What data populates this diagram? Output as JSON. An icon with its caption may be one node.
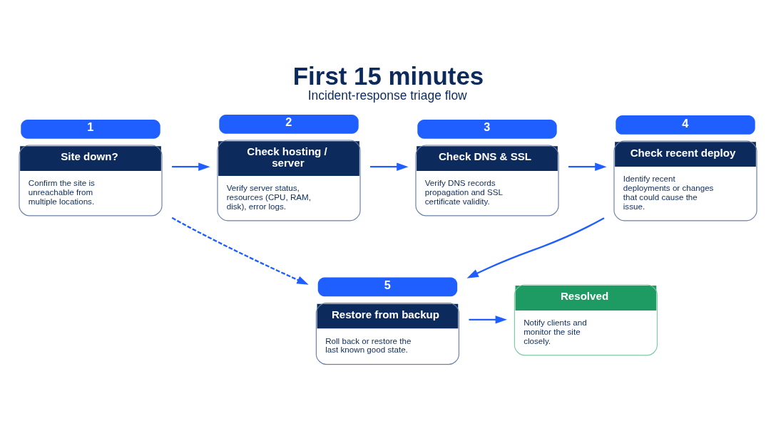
{
  "diagram": {
    "title": "First 15 minutes",
    "caption": "Incident-response triage flow",
    "nodes": [
      {
        "text": [
          "Site down?",
          "Confirm the site is unreachable from multiple locations."
        ],
        "beside": [
          "1"
        ]
      },
      {
        "text": [
          "Check hosting / server",
          "Verify server status, resources (CPU, RAM, disk), error logs."
        ],
        "beside": [
          "2"
        ]
      },
      {
        "text": [
          "Check DNS & SSL",
          "Verify DNS records propagation and SSL certificate validity."
        ],
        "beside": [
          "3"
        ]
      },
      {
        "text": [
          "Check recent deploy",
          "Identify recent deployments or changes that could cause the issue."
        ],
        "beside": [
          "4"
        ]
      },
      {
        "text": [
          "Restore from backup",
          "Roll back or restore the last known good state."
        ],
        "beside": [
          "5"
        ]
      },
      {
        "text": [
          "Resolved",
          "Notify clients and monitor the site closely."
        ]
      }
    ],
    "edges": [
      {
        "from": 0,
        "to": 1,
        "arrow": "to"
      },
      {
        "from": 1,
        "to": 2,
        "arrow": "to"
      },
      {
        "from": 2,
        "to": 3,
        "arrow": "to"
      },
      {
        "from": 3,
        "to": 4,
        "arrow": "to"
      },
      {
        "from": 0,
        "to": 4,
        "arrow": "to",
        "style": "dashed"
      },
      {
        "from": 4,
        "to": 5,
        "arrow": "to"
      }
    ]
  }
}
